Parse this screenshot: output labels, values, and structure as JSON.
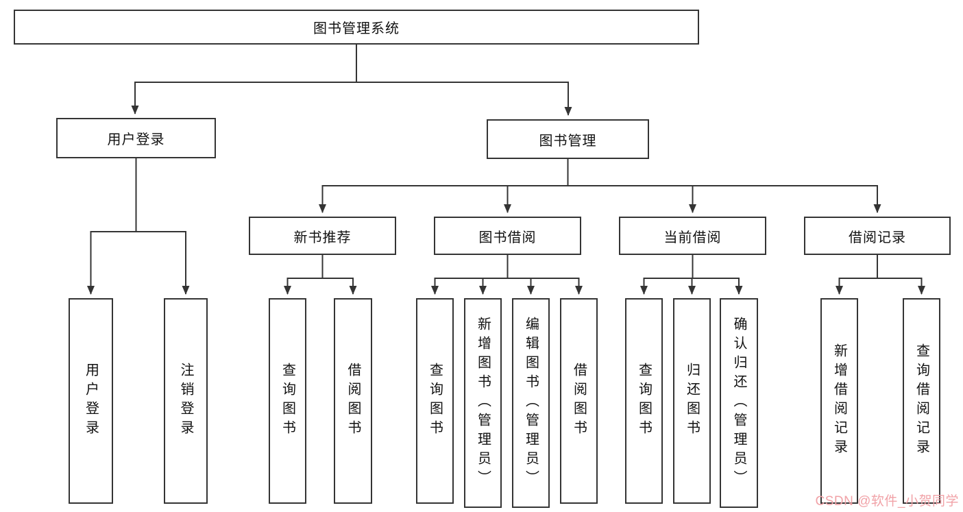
{
  "root": {
    "label": "图书管理系统"
  },
  "branches": {
    "user_login": {
      "label": "用户登录",
      "children": [
        {
          "label": "用户登录"
        },
        {
          "label": "注销登录"
        }
      ]
    },
    "book_management": {
      "label": "图书管理",
      "groups": [
        {
          "label": "新书推荐",
          "children": [
            {
              "label": "查询图书"
            },
            {
              "label": "借阅图书"
            }
          ]
        },
        {
          "label": "图书借阅",
          "children": [
            {
              "label": "查询图书"
            },
            {
              "label": "新增图书（管理员）"
            },
            {
              "label": "编辑图书（管理员）"
            },
            {
              "label": "借阅图书"
            }
          ]
        },
        {
          "label": "当前借阅",
          "children": [
            {
              "label": "查询图书"
            },
            {
              "label": "归还图书"
            },
            {
              "label": "确认归还（管理员）"
            }
          ]
        },
        {
          "label": "借阅记录",
          "children": [
            {
              "label": "新增借阅记录"
            },
            {
              "label": "查询借阅记录"
            }
          ]
        }
      ]
    }
  },
  "watermark": "CSDN @软件_小贺同学",
  "colors": {
    "border": "#343434",
    "line": "#343434",
    "text": "#111111",
    "watermark": "#f1a2a7",
    "background": "#ffffff"
  }
}
